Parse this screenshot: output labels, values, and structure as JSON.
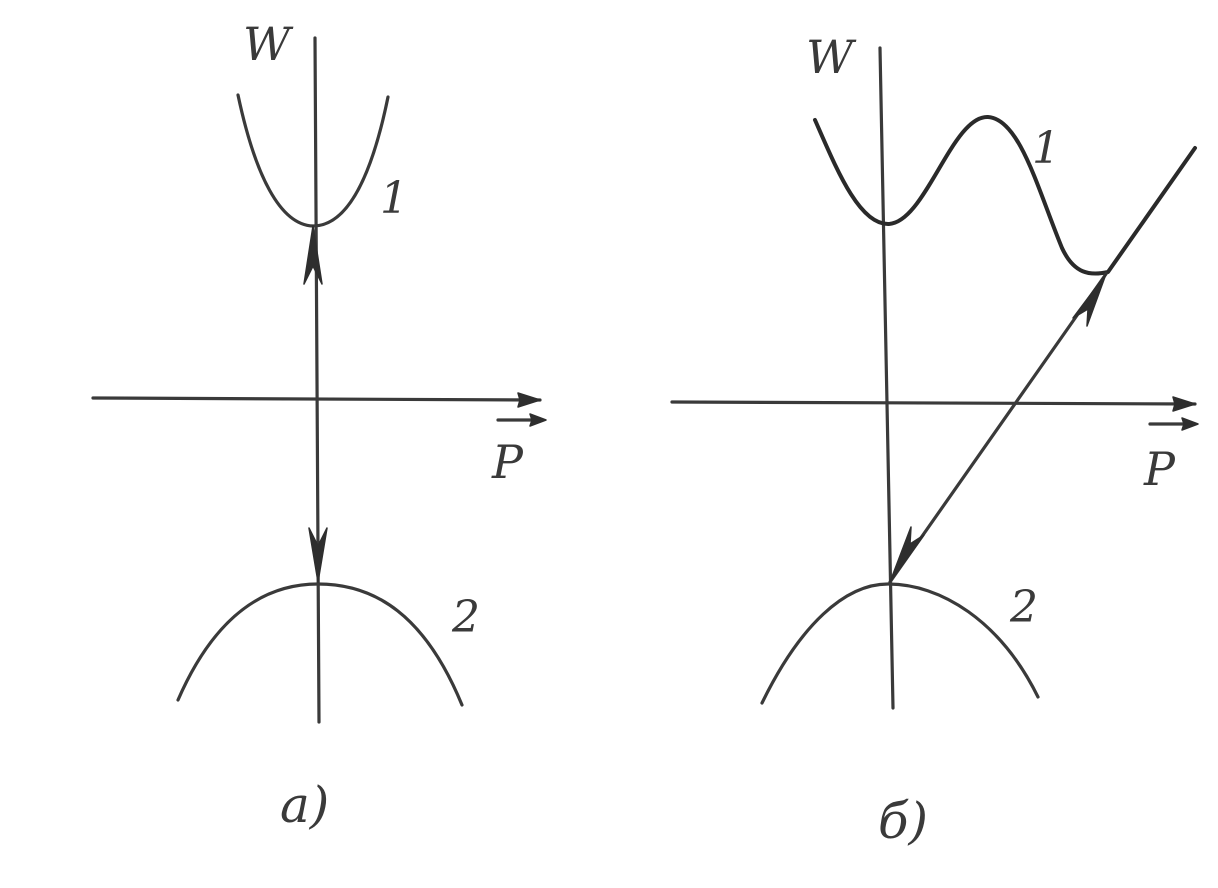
{
  "panels": [
    {
      "id": "a",
      "caption": "a)",
      "axis_y_label": "W",
      "axis_x_label": "P",
      "upper_band_label": "1",
      "lower_band_label": "2",
      "transition": "vertical"
    },
    {
      "id": "b",
      "caption": "б)",
      "axis_y_label": "W",
      "axis_x_label": "P",
      "upper_band_label": "1",
      "lower_band_label": "2",
      "transition": "oblique"
    }
  ],
  "colors": {
    "ink": "#3a3a3a",
    "background": "#ffffff"
  }
}
